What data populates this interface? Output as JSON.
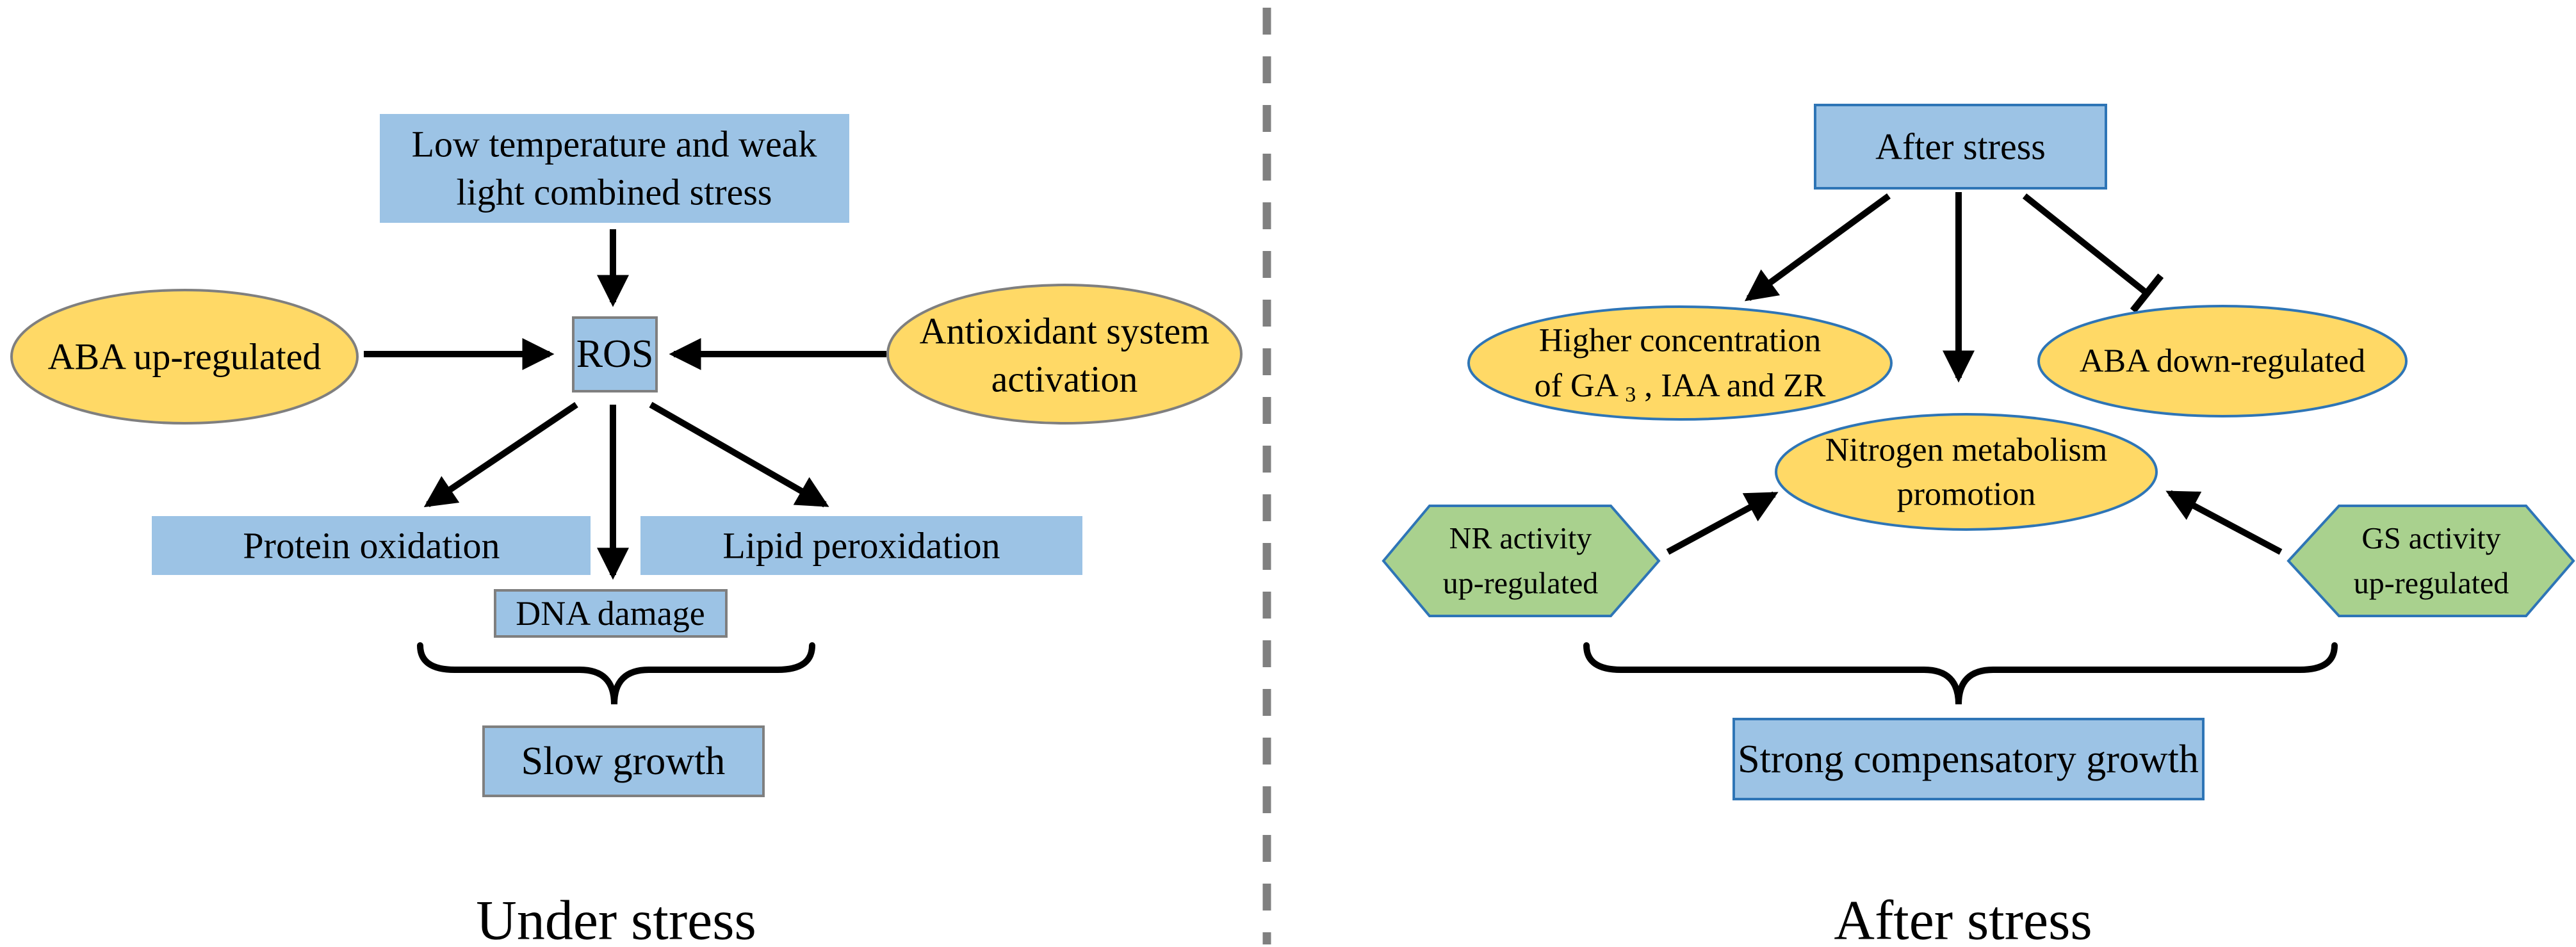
{
  "colors": {
    "blue_fill": "#9CC3E5",
    "yellow_fill": "#FFD966",
    "green_fill": "#A9D18E",
    "gray_border": "#7F7F7F",
    "blue_border": "#2E75B6",
    "divider": "#808080",
    "arrow": "#000000"
  },
  "under_stress": {
    "caption": "Under stress",
    "combined_stress_line1": "Low temperature and weak",
    "combined_stress_line2": "light combined stress",
    "aba_up": "ABA up-regulated",
    "ros": "ROS",
    "antioxidant_line1": "Antioxidant system",
    "antioxidant_line2": "activation",
    "protein_oxidation": "Protein oxidation",
    "lipid_peroxidation": "Lipid peroxidation",
    "dna_damage": "DNA damage",
    "slow_growth": "Slow growth"
  },
  "after_stress": {
    "caption": "After stress",
    "after_stress_box": "After stress",
    "higher_concentration_line1": "Higher concentration",
    "higher_concentration_line2_pre": "of GA",
    "higher_concentration_sub": "3",
    "higher_concentration_line2_post": ", IAA and ZR",
    "aba_down": "ABA down-regulated",
    "nitrogen_line1": "Nitrogen metabolism",
    "nitrogen_line2": "promotion",
    "nr_line1": "NR activity",
    "nr_line2": "up-regulated",
    "gs_line1": "GS activity",
    "gs_line2": "up-regulated",
    "compensatory_growth": "Strong compensatory growth"
  }
}
